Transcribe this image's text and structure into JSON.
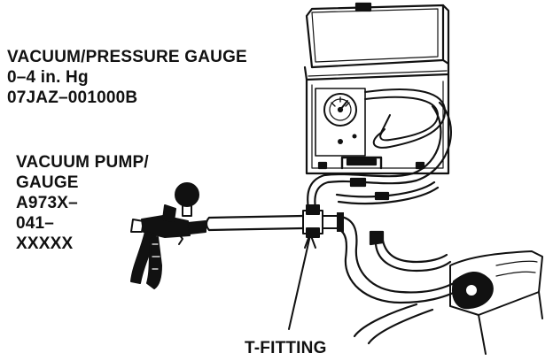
{
  "labels": {
    "gauge": {
      "line1": "VACUUM/PRESSURE GAUGE",
      "line2": "0–4 in. Hg",
      "line3": "07JAZ–001000B"
    },
    "pump": {
      "line1": "VACUUM PUMP/",
      "line2": "GAUGE",
      "line3": "A973X–",
      "line4": "041–",
      "line5": "XXXXX"
    },
    "tfitting": "T-FITTING"
  }
}
